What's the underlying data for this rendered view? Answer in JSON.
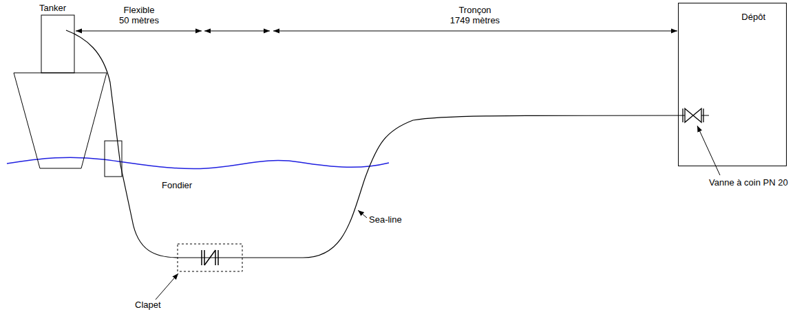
{
  "diagram": {
    "nodes": [
      {
        "text": [
          "Dépôt"
        ]
      }
    ],
    "labels": [
      "Tanker",
      "Flexible 50 mètres",
      "Tronçon 1749 mètres",
      "Fondier",
      "Sea-line",
      "Vanne à coin PN 20",
      "Clapet"
    ]
  }
}
